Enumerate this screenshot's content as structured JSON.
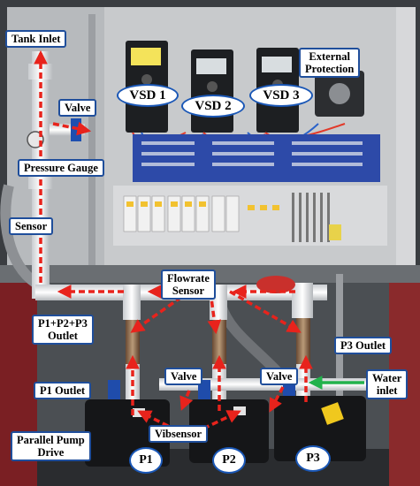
{
  "labels": {
    "tank_inlet": "Tank Inlet",
    "external_protection": [
      "External",
      "Protection"
    ],
    "valve_top": "Valve",
    "pressure_gauge": "Pressure Gauge",
    "sensor": "Sensor",
    "flowrate_sensor": [
      "Flowrate",
      "Sensor"
    ],
    "outlet_combined": [
      "P1+P2+P3",
      "Outlet"
    ],
    "p3_outlet": "P3 Outlet",
    "valve_mid": "Valve",
    "valve_right": "Valve",
    "water_inlet": [
      "Water",
      "inlet"
    ],
    "p1_outlet": "P1 Outlet",
    "vibsensor": "Vibsensor",
    "parallel_pump_drive": [
      "Parallel Pump",
      "Drive"
    ]
  },
  "vsd": [
    "VSD 1",
    "VSD 2",
    "VSD 3"
  ],
  "pumps": [
    "P1",
    "P2",
    "P3"
  ],
  "colors": {
    "flow_arrow": "#e8231c",
    "water_arrow": "#22b24c",
    "label_border": "#1f4e9b"
  }
}
